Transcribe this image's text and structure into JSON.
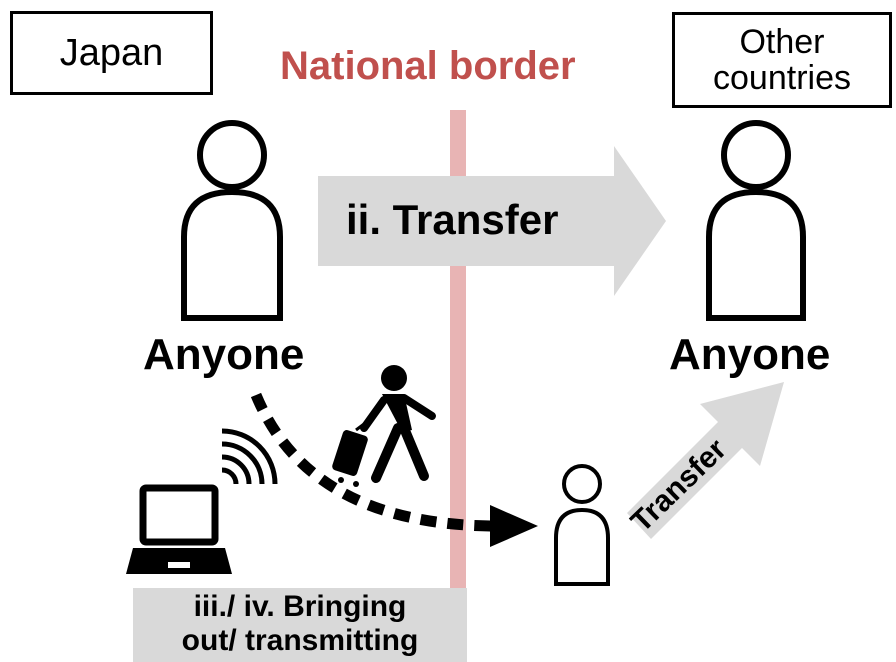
{
  "left_region": {
    "label": "Japan"
  },
  "right_region": {
    "label_line1": "Other",
    "label_line2": "countries"
  },
  "border": {
    "label": "National border"
  },
  "transfer_main": {
    "label": "ii. Transfer"
  },
  "anyone_left": {
    "label": "Anyone"
  },
  "anyone_right": {
    "label": "Anyone"
  },
  "transfer_small": {
    "label": "Transfer"
  },
  "bringing_out": {
    "line1": "iii./ iv. Bringing",
    "line2": "out/ transmitting"
  },
  "colors": {
    "border_line": "#e8b4b4",
    "border_label": "#c0504d",
    "arrow_fill": "#d9d9d9",
    "ink": "#000000"
  },
  "icons": [
    "person-icon",
    "walking-traveler-icon",
    "laptop-icon",
    "wireless-signal-icon"
  ]
}
